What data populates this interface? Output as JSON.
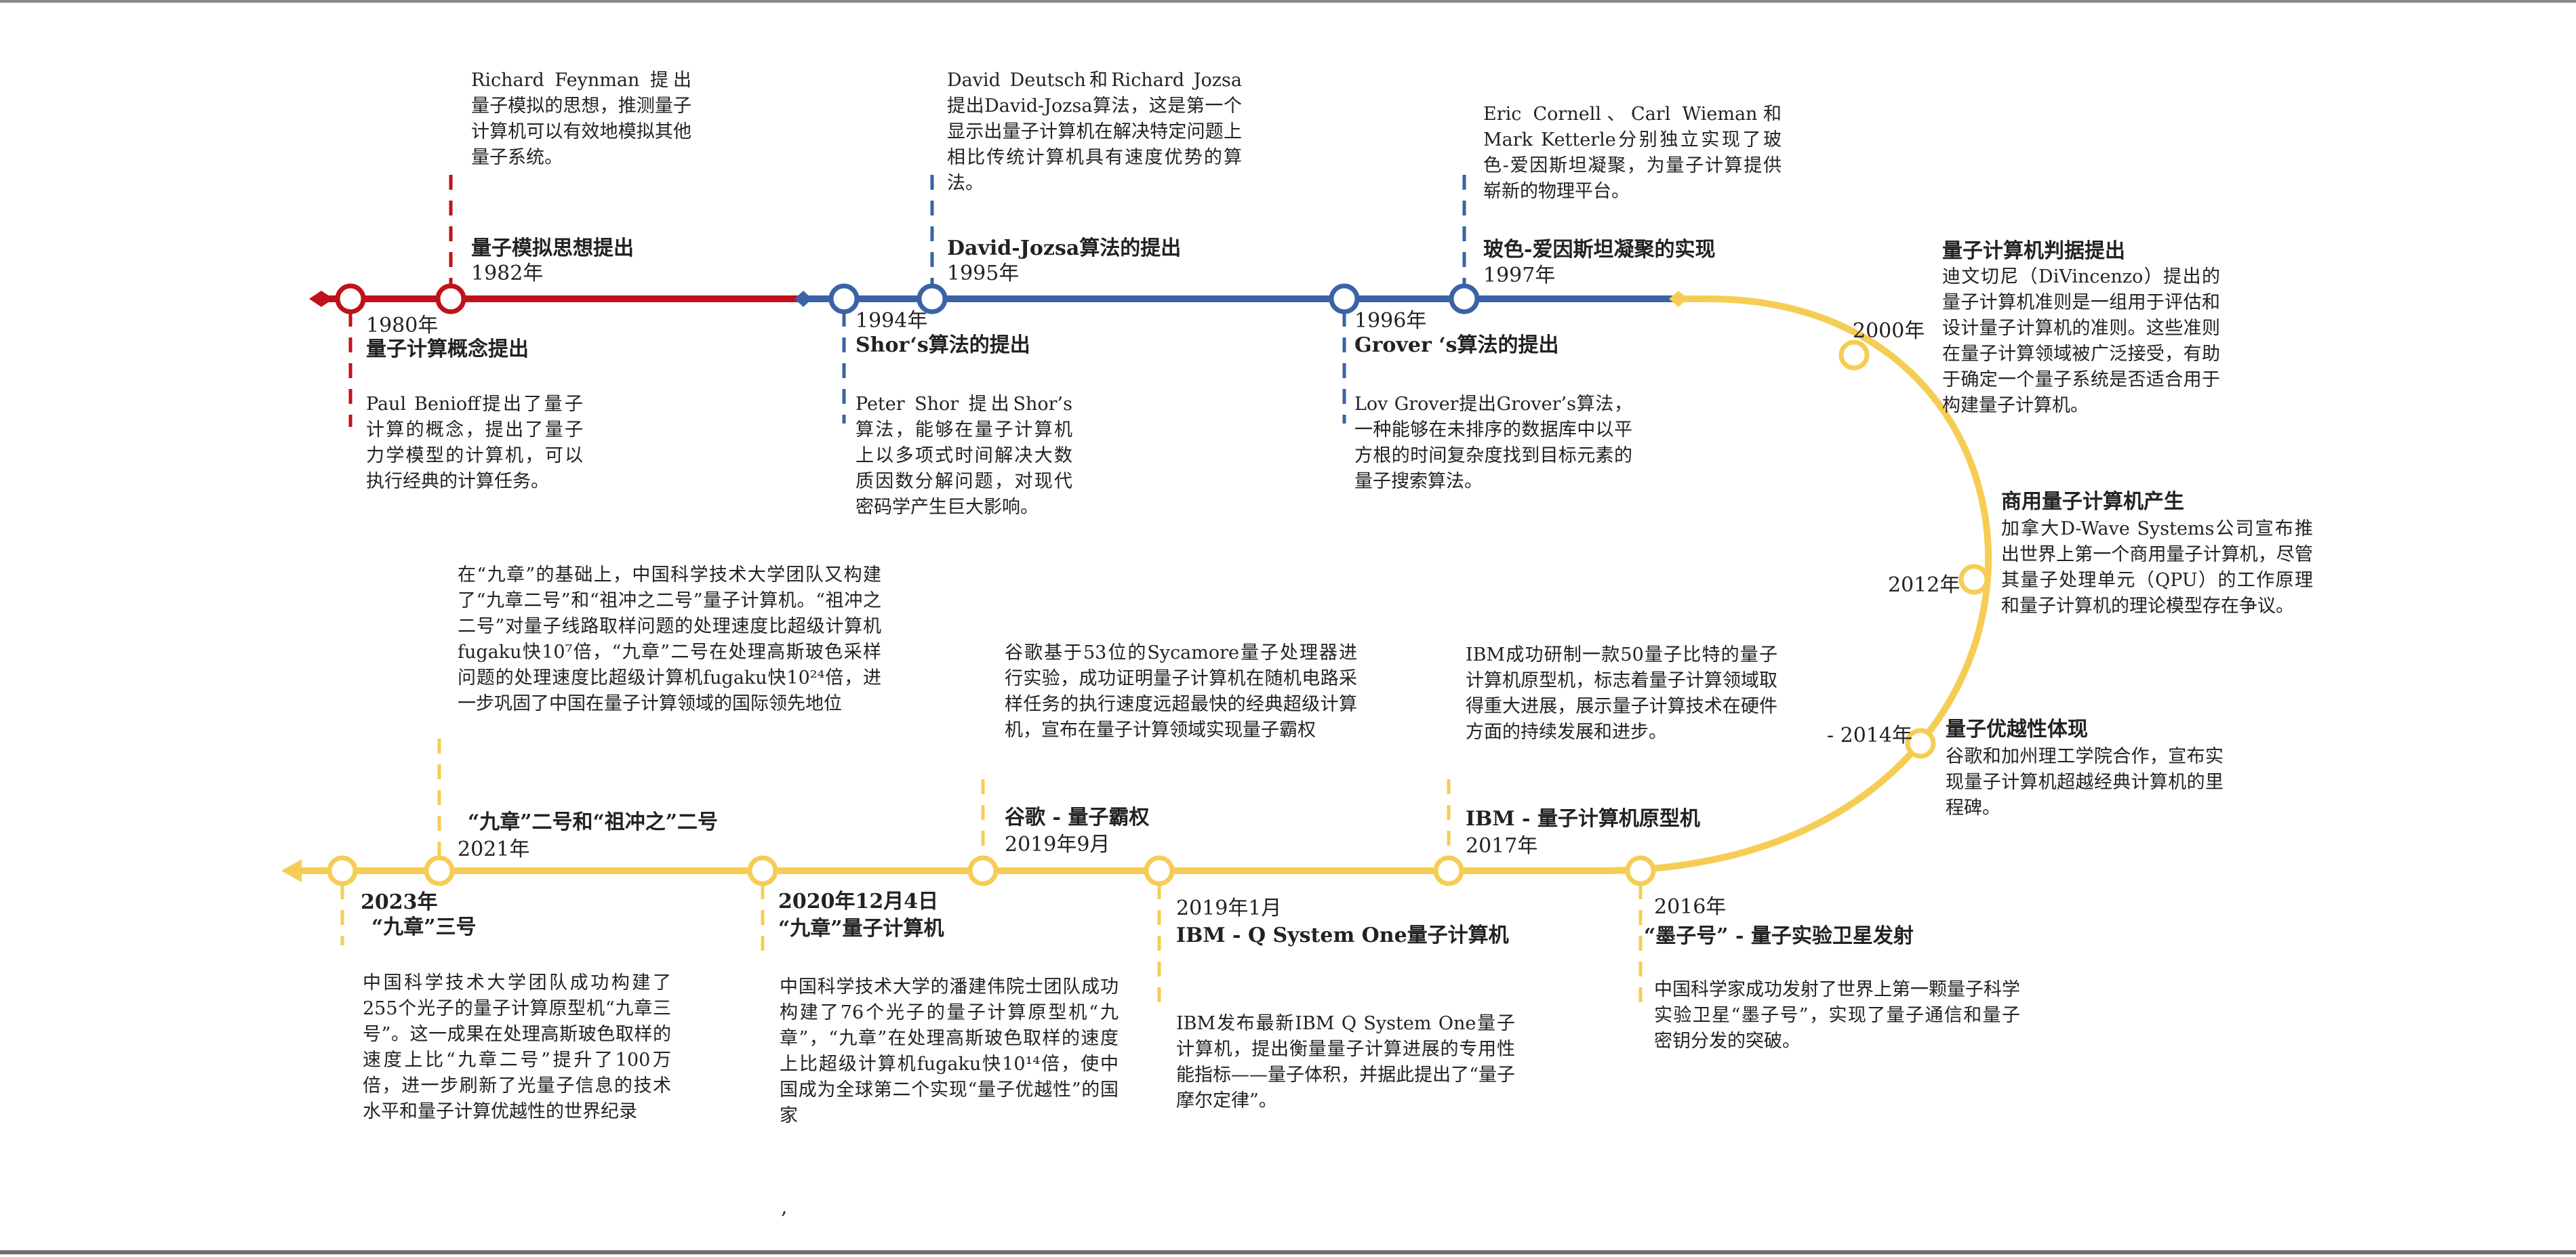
{
  "timeline": {
    "colors": {
      "red": "#c0121a",
      "blue": "#3a63a6",
      "yellow": "#f6cd54"
    },
    "events": [
      {
        "id": "1980",
        "year": "1980年",
        "title": "量子计算概念提出",
        "desc": "Paul Benioff提出了量子计算的概念，提出了量子力学模型的计算机，可以执行经典的计算任务。"
      },
      {
        "id": "1982",
        "year": "1982年",
        "title": "量子模拟思想提出",
        "desc": "Richard Feynman 提出量子模拟的思想，推测量子计算机可以有效地模拟其他量子系统。"
      },
      {
        "id": "1994",
        "year": "1994年",
        "title": "Shor‘s算法的提出",
        "desc": "Peter Shor 提出Shor’s算法，能够在量子计算机上以多项式时间解决大数质因数分解问题，对现代密码学产生巨大影响。"
      },
      {
        "id": "1995",
        "year": "1995年",
        "title": "David-Jozsa算法的提出",
        "desc": "David Deutsch和Richard Jozsa提出David-Jozsa算法，这是第一个显示出量子计算机在解决特定问题上相比传统计算机具有速度优势的算法。"
      },
      {
        "id": "1996",
        "year": "1996年",
        "title": "Grover ‘s算法的提出",
        "desc": "Lov Grover提出Grover’s算法，一种能够在未排序的数据库中以平方根的时间复杂度找到目标元素的量子搜索算法。"
      },
      {
        "id": "1997",
        "year": "1997年",
        "title": "玻色-爱因斯坦凝聚的实现",
        "desc": "Eric Cornell、Carl Wieman和Mark Ketterle分别独立实现了玻色-爱因斯坦凝聚，为量子计算提供崭新的物理平台。"
      },
      {
        "id": "2000",
        "year": "2000年",
        "title": "量子计算机判据提出",
        "desc": "迪文切尼（DiVincenzo）提出的量子计算机准则是一组用于评估和设计量子计算机的准则。这些准则在量子计算领域被广泛接受，有助于确定一个量子系统是否适合用于构建量子计算机。"
      },
      {
        "id": "2012",
        "year": "2012年",
        "title": "商用量子计算机产生",
        "desc": "加拿大D-Wave Systems公司宣布推出世界上第一个商用量子计算机，尽管其量子处理单元（QPU）的工作原理和量子计算机的理论模型存在争议。"
      },
      {
        "id": "2014",
        "year": "- 2014年",
        "title": "量子优越性体现",
        "desc": "谷歌和加州理工学院合作，宣布实现量子计算机超越经典计算机的里程碑。"
      },
      {
        "id": "2016",
        "year": "2016年",
        "title": "“墨子号” - 量子实验卫星发射",
        "desc": "中国科学家成功发射了世界上第一颗量子科学实验卫星“墨子号”，实现了量子通信和量子密钥分发的突破。"
      },
      {
        "id": "2017",
        "year": "2017年",
        "title": "IBM - 量子计算机原型机",
        "desc": "IBM成功研制一款50量子比特的量子计算机原型机，标志着量子计算领域取得重大进展，展示量子计算技术在硬件方面的持续发展和进步。"
      },
      {
        "id": "2019-1",
        "year": "2019年1月",
        "title": "IBM - Q System One量子计算机",
        "desc": "IBM发布最新IBM Q System One量子计算机，提出衡量量子计算进展的专用性能指标——量子体积，并据此提出了“量子摩尔定律”。"
      },
      {
        "id": "2019-9",
        "year": "2019年9月",
        "title": "谷歌 - 量子霸权",
        "desc": "谷歌基于53位的Sycamore量子处理器进行实验，成功证明量子计算机在随机电路采样任务的执行速度远超最快的经典超级计算机，宣布在量子计算领域实现量子霸权"
      },
      {
        "id": "2020",
        "year": "2020年12月4日",
        "title": "“九章”量子计算机",
        "desc": "中国科学技术大学的潘建伟院士团队成功构建了76个光子的量子计算原型机“九章”，“九章”在处理高斯玻色取样的速度上比超级计算机fugaku快10¹⁴倍，使中国成为全球第二个实现“量子优越性”的国家"
      },
      {
        "id": "2021",
        "year": "2021年",
        "title": "“九章”二号和“祖冲之”二号",
        "desc": "在“九章”的基础上，中国科学技术大学团队又构建了“九章二号”和“祖冲之二号”量子计算机。“祖冲之二号”对量子线路取样问题的处理速度比超级计算机fugaku快10⁷倍，“九章”二号在处理高斯玻色采样问题的处理速度比超级计算机fugaku快10²⁴倍，进一步巩固了中国在量子计算领域的国际领先地位"
      },
      {
        "id": "2023",
        "year": "2023年",
        "title": "“九章”三号",
        "desc": "中国科学技术大学团队成功构建了255个光子的量子计算原型机“九章三号”。这一成果在处理高斯玻色取样的速度上比“九章二号”提升了100万倍，进一步刷新了光量子信息的技术水平和量子计算优越性的世界纪录"
      }
    ],
    "stray_mark": ","
  }
}
